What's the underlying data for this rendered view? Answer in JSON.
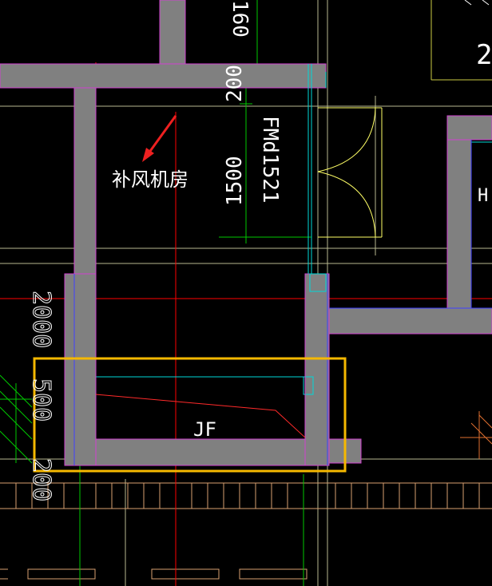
{
  "drawing": {
    "room_label": "补风机房",
    "door_code": "FMd1521",
    "pit_label": "JF",
    "dim_upper_160": "160",
    "dim_upper_200": "200",
    "dim_door_1500": "1500",
    "dim_left_2000": "2000",
    "dim_left_500": "500",
    "dim_left_200": "200",
    "corner_char": "2",
    "right_edge_char": "H"
  },
  "colors": {
    "background": "#000000",
    "wall_fill": "#808080",
    "axis_line": "#ff0000",
    "dimension": "#00c800",
    "text": "#ffffff",
    "door_swing": "#ffff66",
    "highlight_box": "#f5b800",
    "arrow": "#ee2020",
    "cyan": "#00d8d8",
    "magenta": "#d040d0",
    "blue": "#4040ff",
    "grid_yellow": "#b8b890",
    "orange": "#e07030"
  }
}
